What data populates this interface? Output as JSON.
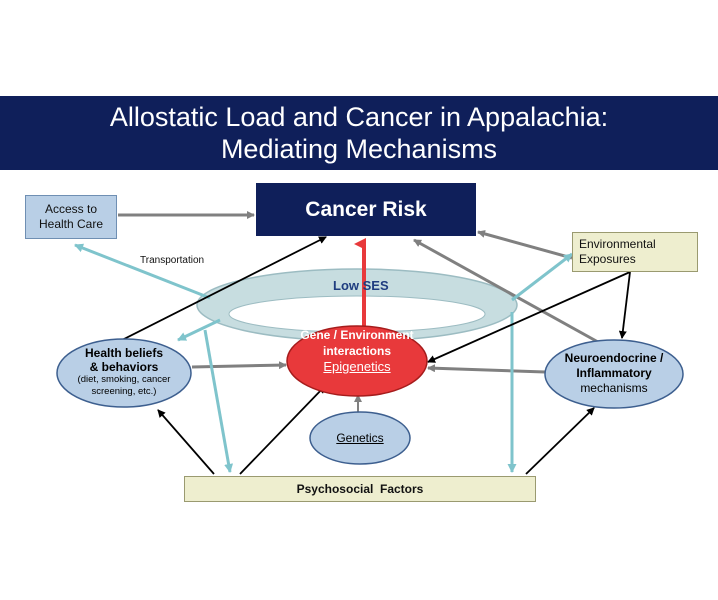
{
  "title": {
    "line1": "Allostatic Load and Cancer in Appalachia:",
    "line2": "Mediating Mechanisms"
  },
  "nodes": {
    "access_line1": "Access to",
    "access_line2": "Health Care",
    "cancer_risk": "Cancer Risk",
    "environmental_line1": "Environmental",
    "environmental_line2": "Exposures",
    "transportation": "Transportation",
    "low_ses": "Low SES",
    "gene_line1": "Gene / Environment",
    "gene_line2": "interactions",
    "gene_line3": "Epigenetics",
    "health_line1": "Health beliefs",
    "health_line2": "& behaviors",
    "health_line3": "(diet, smoking, cancer",
    "health_line4": "screening, etc.)",
    "neuro_line1": "Neuroendocrine /",
    "neuro_line2": "Inflammatory",
    "neuro_line3": "mechanisms",
    "genetics": "Genetics",
    "psychosocial": "Psychosocial  Factors"
  },
  "colors": {
    "banner": "#0f1f5a",
    "cancer_box": "#0f1f5a",
    "ring_fill": "#c7dde0",
    "gene_fill": "#e8393b",
    "ellipse_fill": "#b9cfe6",
    "arrow_teal": "#7fc4cc",
    "arrow_gray": "#808080",
    "arrow_red": "#e8393b",
    "arrow_black": "#000000"
  }
}
